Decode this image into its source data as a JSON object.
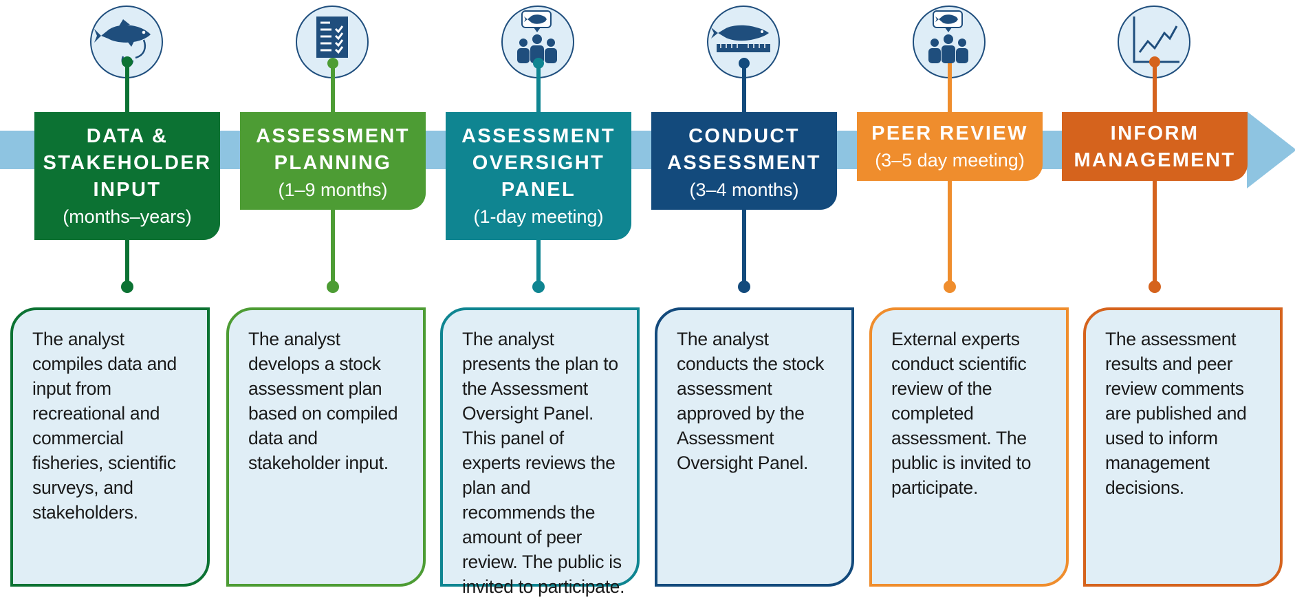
{
  "stages": [
    {
      "title": "DATA &\nSTAKEHOLDER\nINPUT",
      "subtitle": "(months–years)",
      "description": "The analyst compiles data and input from recreational and commercial fisheries, scientific surveys, and stakeholders.",
      "icon": "fish-hook-icon",
      "color": "#0c7233",
      "border_color": "#0c7233"
    },
    {
      "title": "ASSESSMENT\nPLANNING",
      "subtitle": "(1–9 months)",
      "description": "The analyst develops a stock assessment plan based on compiled data and stakeholder input.",
      "icon": "checklist-icon",
      "color": "#4d9c34",
      "border_color": "#4d9c34"
    },
    {
      "title": "ASSESSMENT\nOVERSIGHT\nPANEL",
      "subtitle": "(1-day meeting)",
      "description": "The analyst presents the plan to the Assessment Oversight Panel. This panel of experts reviews the plan and recommends the amount of peer review. The public is invited to participate.",
      "icon": "group-discussion-icon",
      "color": "#0f8591",
      "border_color": "#0f8591"
    },
    {
      "title": "CONDUCT\nASSESSMENT",
      "subtitle": "(3–4 months)",
      "description": "The analyst conducts the stock assessment approved by the Assessment Oversight Panel.",
      "icon": "fish-ruler-icon",
      "color": "#134a7c",
      "border_color": "#134a7c"
    },
    {
      "title": "PEER REVIEW",
      "subtitle": "(3–5 day meeting)",
      "description": "External experts conduct scientific review of the completed assessment. The public is invited to participate.",
      "icon": "group-discussion-icon",
      "color": "#ef8d2d",
      "border_color": "#ef8d2d"
    },
    {
      "title": "INFORM\nMANAGEMENT",
      "subtitle": "",
      "description": "The assessment results and peer review comments are published and used to inform management decisions.",
      "icon": "line-graph-icon",
      "color": "#d5631d",
      "border_color": "#d5631d"
    }
  ],
  "colors": {
    "band": "#8ec4e1",
    "icon_line": "#1f4e7d",
    "box_fill": "#e0eef6"
  }
}
